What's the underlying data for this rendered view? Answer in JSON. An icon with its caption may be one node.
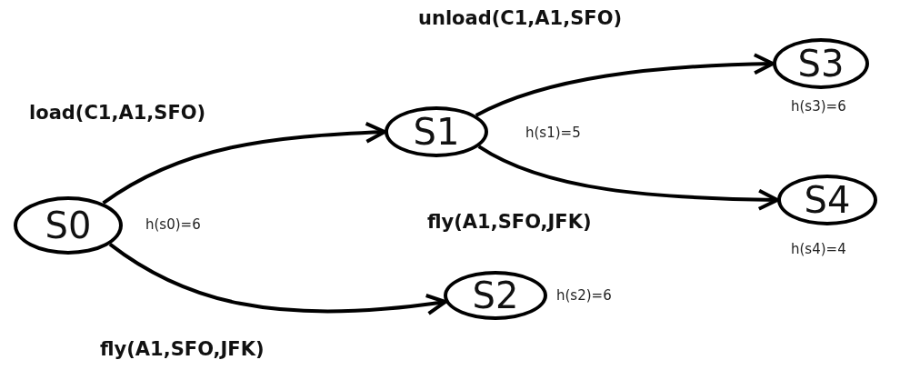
{
  "diagram": {
    "nodes": [
      {
        "text": [
          "S0"
        ],
        "beside": [
          "h(s0)=6"
        ]
      },
      {
        "text": [
          "S1"
        ],
        "beside": [
          "h(s1)=5"
        ]
      },
      {
        "text": [
          "S2"
        ],
        "beside": [
          "h(s2)=6"
        ]
      },
      {
        "text": [
          "S3"
        ],
        "beside": [
          "h(s3)=6"
        ]
      },
      {
        "text": [
          "S4"
        ],
        "beside": [
          "h(s4)=4"
        ]
      }
    ],
    "edges": [
      {
        "from": 0,
        "to": 1,
        "arrow": "to",
        "label": "load(C1,A1,SFO)"
      },
      {
        "from": 0,
        "to": 2,
        "arrow": "to",
        "label": "fly(A1,SFO,JFK)"
      },
      {
        "from": 1,
        "to": 3,
        "arrow": "to",
        "label": "unload(C1,A1,SFO)"
      },
      {
        "from": 1,
        "to": 4,
        "arrow": "to",
        "label": "fly(A1,SFO,JFK)"
      }
    ]
  }
}
